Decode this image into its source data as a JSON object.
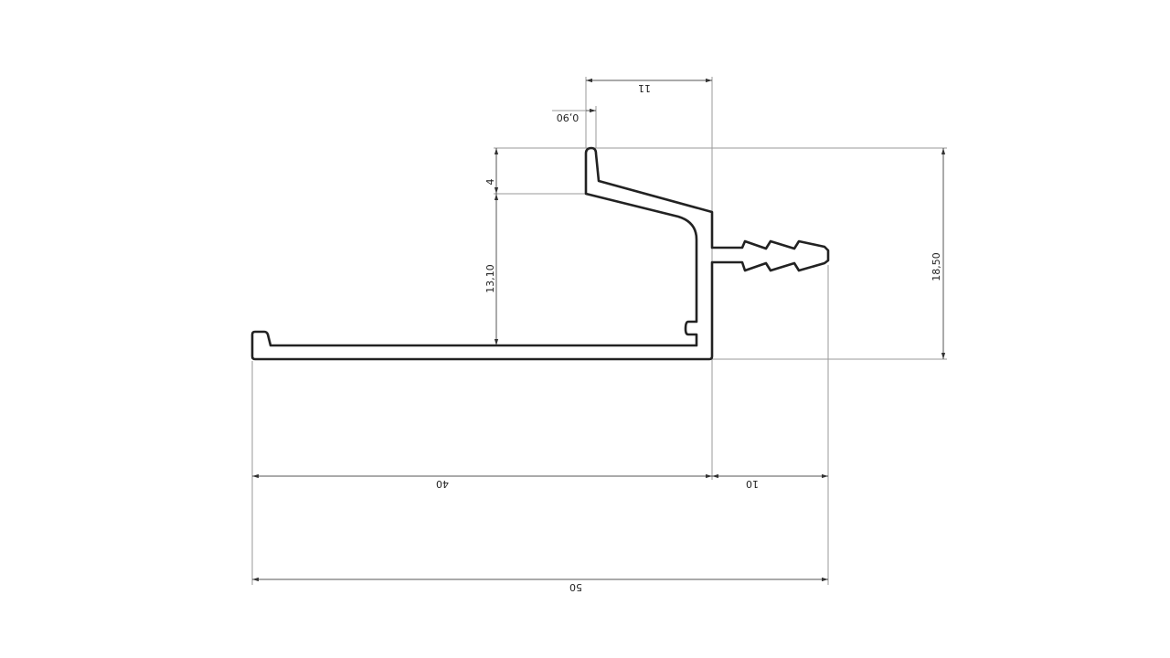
{
  "drawing": {
    "dimensions": {
      "top_width": "11",
      "lip_thickness": "0,90",
      "lip_height": "4",
      "inner_height": "13,10",
      "total_height": "18,50",
      "base_width": "40",
      "barb_length": "10",
      "total_width": "50"
    },
    "colors": {
      "line": "#222222",
      "extension": "#9a9a9a"
    }
  }
}
